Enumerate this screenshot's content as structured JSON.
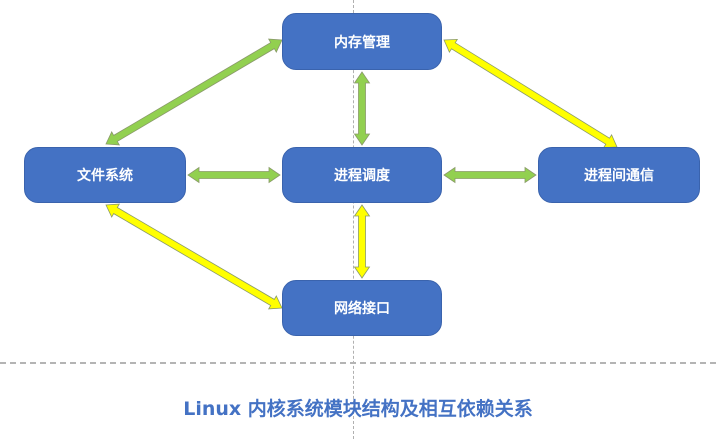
{
  "diagram": {
    "title": "Linux 内核系统模块结构及相互依赖关系",
    "nodes": {
      "memory": "内存管理",
      "filesystem": "文件系统",
      "scheduler": "进程调度",
      "ipc": "进程间通信",
      "network": "网络接口"
    },
    "colors": {
      "node_fill": "#4472c4",
      "text": "#ffffff",
      "title": "#4472c4",
      "green_arrow": "#92d050",
      "yellow_arrow": "#ffff00"
    },
    "edges": [
      {
        "from": "filesystem",
        "to": "memory",
        "color": "green",
        "bidirectional": true
      },
      {
        "from": "memory",
        "to": "ipc",
        "color": "yellow",
        "bidirectional": true
      },
      {
        "from": "memory",
        "to": "scheduler",
        "color": "green",
        "bidirectional": true
      },
      {
        "from": "filesystem",
        "to": "scheduler",
        "color": "green",
        "bidirectional": true
      },
      {
        "from": "scheduler",
        "to": "ipc",
        "color": "green",
        "bidirectional": true
      },
      {
        "from": "scheduler",
        "to": "network",
        "color": "yellow",
        "bidirectional": true
      },
      {
        "from": "filesystem",
        "to": "network",
        "color": "yellow",
        "bidirectional": true
      }
    ]
  }
}
